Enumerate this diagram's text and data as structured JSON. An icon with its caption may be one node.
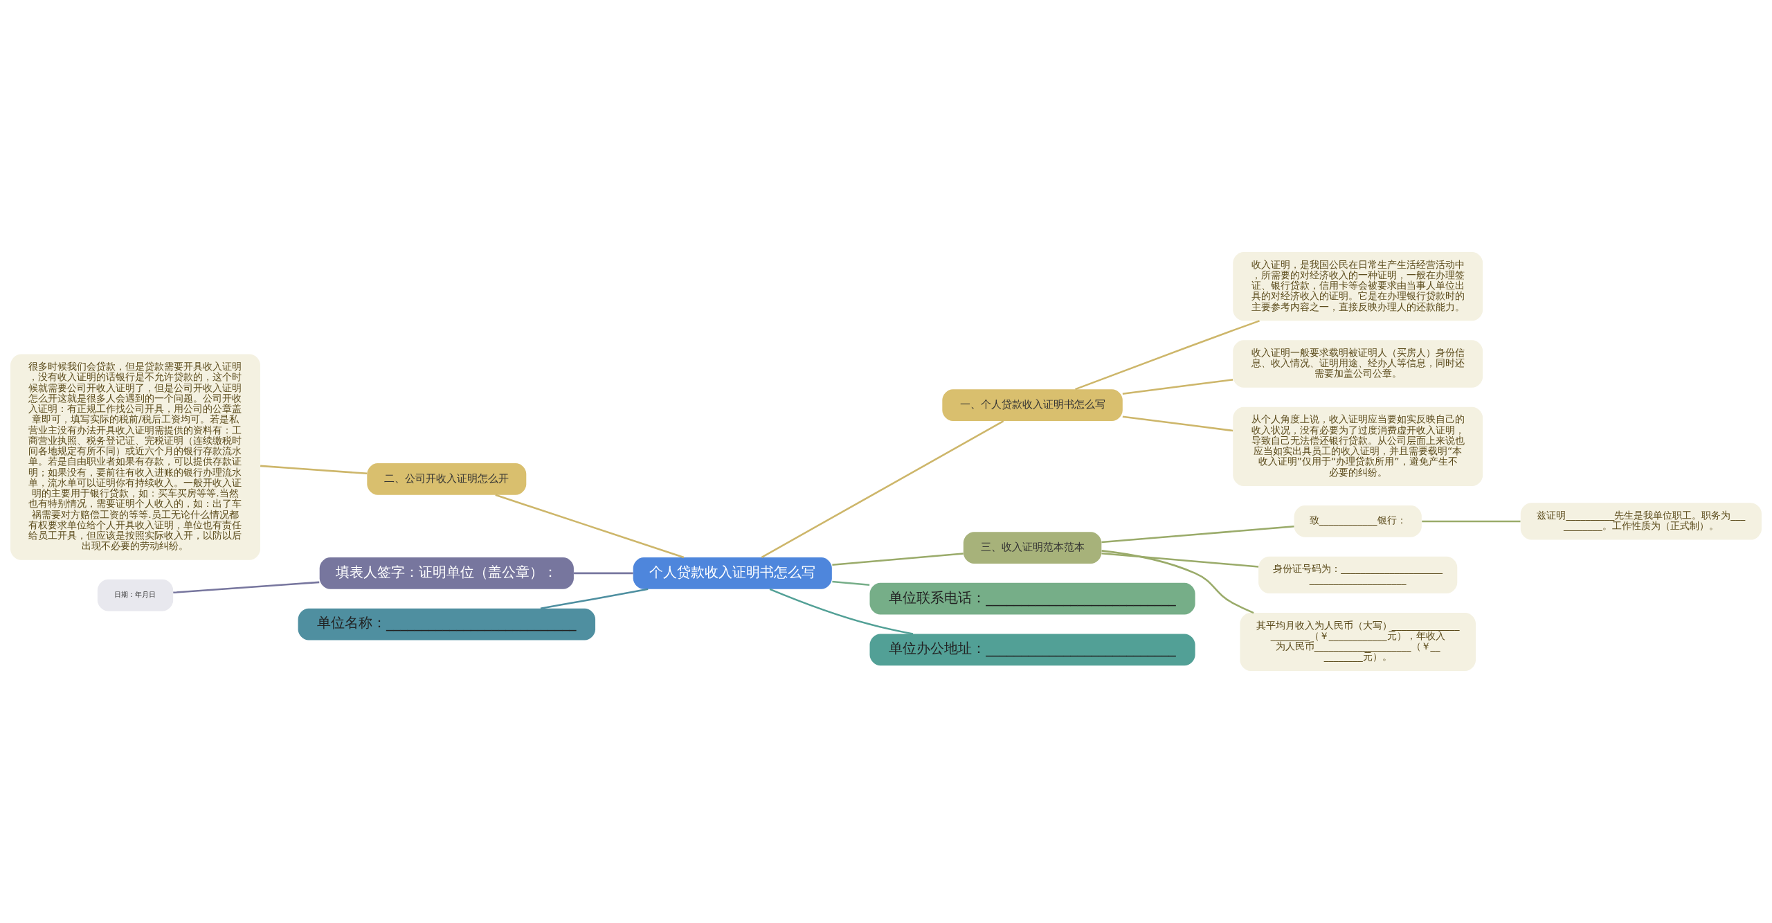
{
  "diagram": {
    "nodes": [
      {
        "text": [
          "个人贷款收入证明书怎么写"
        ]
      },
      {
        "text": [
          "一、个人贷款收入证明书怎么写"
        ]
      },
      {
        "text": [
          "收入证明，是我国公民在日常生产生活经营活动中，所需要的对经济收入的一种证明，一般在办理签证、银行贷款，信用卡等会被要求由当事人单位出具的对经济收入的证明。它是在办理银行贷款时的主要参考内容之一，直接反映办理人的还款能力。"
        ]
      },
      {
        "text": [
          "收入证明一般要求载明被证明人（买房人）身份信息、收入情况、证明用途、经办人等信息，同时还需要加盖公司公章。"
        ]
      },
      {
        "text": [
          "从个人角度上说，收入证明应当要如实反映自己的收入状况，没有必要为了过度消费虚开收入证明，导致自己无法偿还银行贷款。从公司层面上来说也应当如实出具员工的收入证明，并且需要载明“本收入证明”仅用于“办理贷款所用”，避免产生不必要的纠纷。"
        ]
      },
      {
        "text": [
          "二、公司开收入证明怎么开"
        ]
      },
      {
        "text": [
          "很多时候我们会贷款，但是贷款需要开具收入证明，没有收入证明的话银行是不允许贷款的，这个时候就需要公司开收入证明了，但是公司开收入证明怎么开这就是很多人会遇到的一个问题。公司开收入证明：有正规工作找公司开具，用公司的公章盖章即可，填写实际的税前/税后工资均可。若是私营业主没有办法开具收入证明需提供的资料有：工商营业执照、税务登记证、完税证明（连续缴税时间各地规定有所不同）或近六个月的银行存款流水单。若是自由职业者如果有存款，可以提供存款证明；如果没有，要前往有收入进账的银行办理流水单，流水单可以证明你有持续收入。一般开收入证明的主要用于银行贷款，如：买车买房等等.当然也有特别情况，需要证明个人收入的，如：出了车祸需要对方赔偿工资的等等.员工无论什么情况都有权要求单位给个人开具收入证明，单位也有责任给员工开具，但应该是按照实际收入开，以防以后出现不必要的劳动纠纷。"
        ]
      },
      {
        "text": [
          "三、收入证明范本范本"
        ]
      },
      {
        "text": [
          "致____________银行："
        ]
      },
      {
        "text": [
          "兹证明__________先生是我单位职工。职务为___________。工作性质为（正式制）。"
        ]
      },
      {
        "text": [
          "身份证号码为：_________________________________________"
        ]
      },
      {
        "text": [
          "其平均月收入为人民币（大写）______________________（￥____________元），年收入为人民币____________________（￥__________元）。"
        ]
      },
      {
        "text": [
          "填表人签字：证明单位（盖公章）："
        ]
      },
      {
        "text": [
          "日期：年月日"
        ]
      },
      {
        "text": [
          "单位名称：___________________________"
        ]
      },
      {
        "text": [
          "单位联系电话：___________________________"
        ]
      },
      {
        "text": [
          "单位办公地址：___________________________"
        ]
      }
    ],
    "edges": [
      {
        "from": 0,
        "to": 1,
        "arrow": "none"
      },
      {
        "from": 1,
        "to": 2,
        "arrow": "none"
      },
      {
        "from": 1,
        "to": 3,
        "arrow": "none"
      },
      {
        "from": 1,
        "to": 4,
        "arrow": "none"
      },
      {
        "from": 5,
        "to": 0,
        "arrow": "none"
      },
      {
        "from": 6,
        "to": 5,
        "arrow": "none"
      },
      {
        "from": 0,
        "to": 7,
        "arrow": "none",
        "color": "#9aab6a"
      },
      {
        "from": 7,
        "to": 8,
        "arrow": "none",
        "color": "#9aab6a"
      },
      {
        "from": 8,
        "to": 9,
        "arrow": "none",
        "color": "#9aab6a"
      },
      {
        "from": 7,
        "to": 10,
        "arrow": "none",
        "color": "#9aab6a"
      },
      {
        "from": 7,
        "to": 11,
        "arrow": "none",
        "color": "#9aab6a"
      },
      {
        "from": 12,
        "to": 0,
        "arrow": "none",
        "color": "#77769e"
      },
      {
        "from": 13,
        "to": 12,
        "arrow": "none",
        "color": "#77769e"
      },
      {
        "from": 14,
        "to": 0,
        "arrow": "none",
        "color": "#4e8fa0"
      },
      {
        "from": 0,
        "to": 15,
        "arrow": "none",
        "color": "#76ae88"
      },
      {
        "from": 0,
        "to": 16,
        "arrow": "none",
        "color": "#52a096"
      }
    ]
  }
}
